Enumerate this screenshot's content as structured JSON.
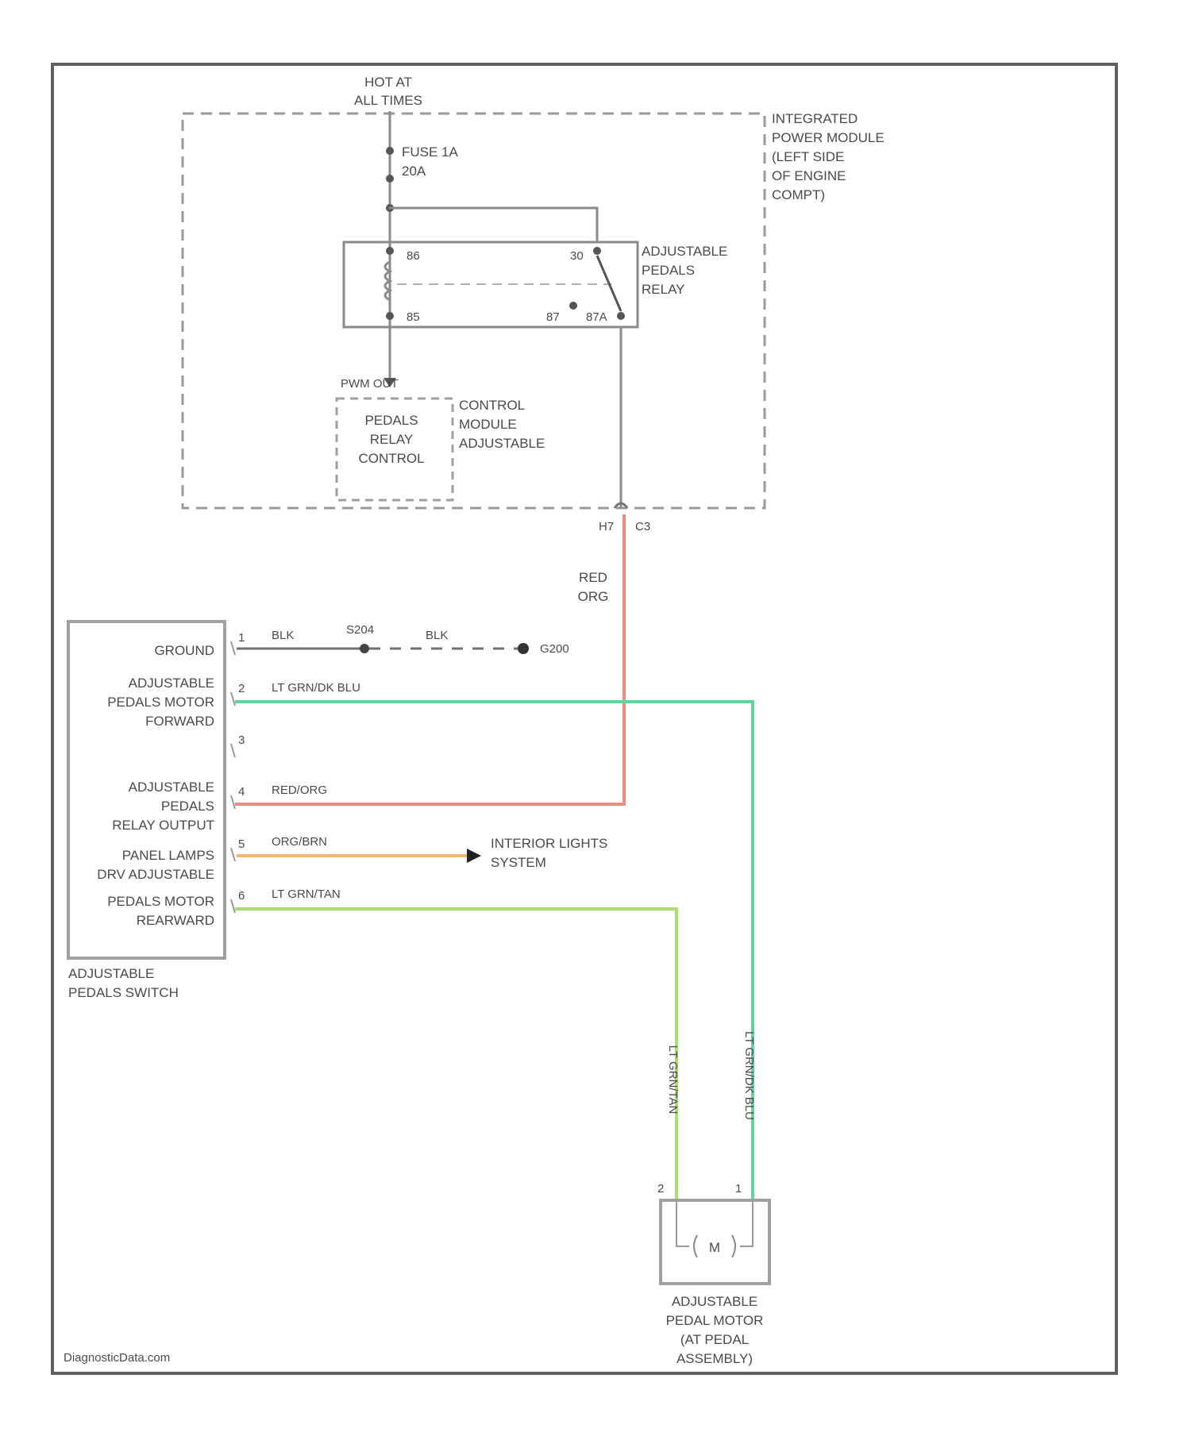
{
  "diagram": {
    "hot_at_all_times": [
      "HOT AT",
      "ALL TIMES"
    ],
    "ipm_label": [
      "INTEGRATED",
      "POWER MODULE",
      "(LEFT SIDE",
      "OF ENGINE",
      "COMPT)"
    ],
    "fuse": [
      "FUSE 1A",
      "20A"
    ],
    "relay_label": [
      "ADJUSTABLE",
      "PEDALS",
      "RELAY"
    ],
    "relay_pins": {
      "p86": "86",
      "p30": "30",
      "p85": "85",
      "p87": "87",
      "p87a": "87A"
    },
    "pwm_out": "PWM OUT",
    "control_inner": [
      "PEDALS",
      "RELAY",
      "CONTROL"
    ],
    "control_label": [
      "CONTROL",
      "MODULE",
      "ADJUSTABLE"
    ],
    "connector": {
      "pin": "H7",
      "name": "C3"
    },
    "red_org_vertical": [
      "RED",
      "ORG"
    ],
    "switch_name": [
      "ADJUSTABLE",
      "PEDALS SWITCH"
    ],
    "switch_functions": {
      "ground": "GROUND",
      "forward": [
        "ADJUSTABLE",
        "PEDALS MOTOR",
        "FORWARD"
      ],
      "relay_output": [
        "ADJUSTABLE",
        "PEDALS",
        "RELAY OUTPUT"
      ],
      "panel_lamps": [
        "PANEL LAMPS",
        "DRV ADJUSTABLE"
      ],
      "rearward": [
        "PEDALS MOTOR",
        "REARWARD"
      ]
    },
    "switch_pins": [
      "1",
      "2",
      "3",
      "4",
      "5",
      "6"
    ],
    "wires": {
      "blk1": "BLK",
      "splice": "S204",
      "blk2": "BLK",
      "ground_point": "G200",
      "lt_green_blu": "LT GRN/DK BLU",
      "red_org": "RED/ORG",
      "org_brn": "ORG/BRN",
      "lt_grn_tan": "LT GRN/TAN"
    },
    "interior_lights": [
      "INTERIOR LIGHTS",
      "SYSTEM"
    ],
    "motor_pins": {
      "pin2": "2",
      "pin1": "1"
    },
    "motor_symbol": "M",
    "motor_vertical_left": "LT GRN/TAN",
    "motor_vertical_right": "LT GRN/DK BLU",
    "motor_label": [
      "ADJUSTABLE",
      "PEDAL MOTOR",
      "(AT PEDAL",
      "ASSEMBLY)"
    ],
    "watermark": "DiagnosticData.com"
  },
  "colors": {
    "frame": "#606060",
    "line": "#8a8a8a",
    "dashed": "#9a9a9a",
    "red_org": "#f08a80",
    "lt_grn_dk_blu": "#66d0a0",
    "org_brn": "#f4b870",
    "lt_grn_tan": "#a8e070",
    "ground": "#707070"
  }
}
